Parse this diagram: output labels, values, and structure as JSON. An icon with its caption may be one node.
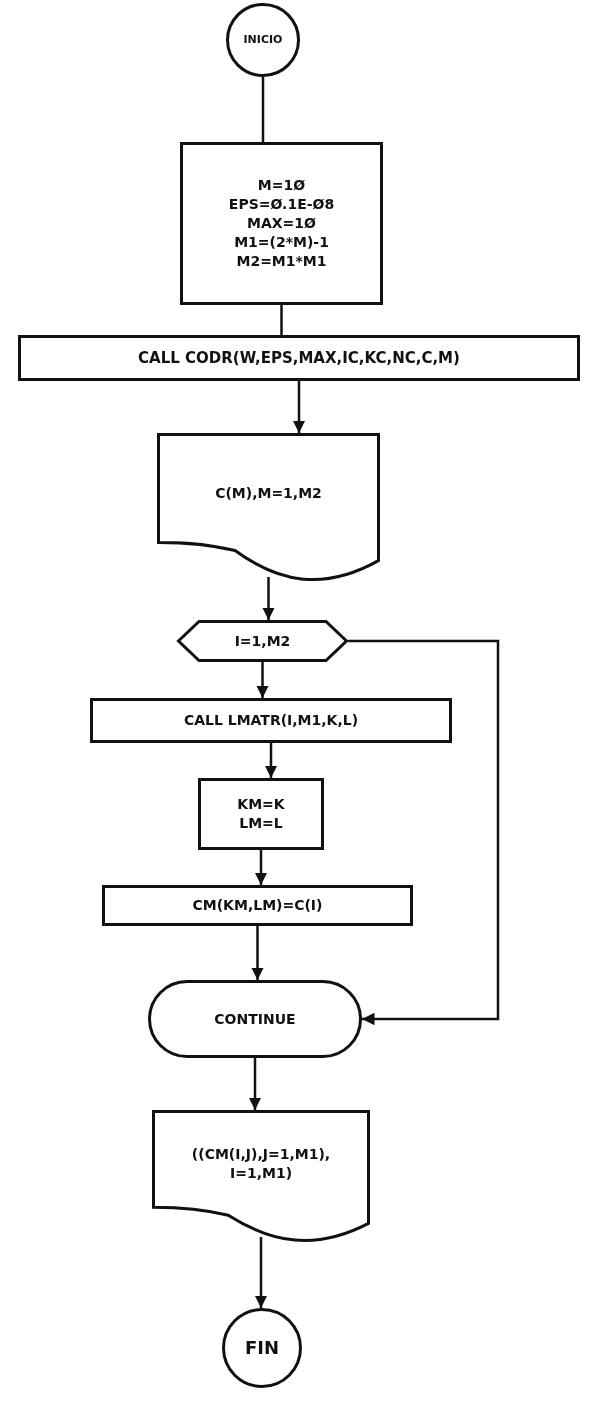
{
  "diagram": {
    "nodes": [
      {
        "text": [
          "INICIO"
        ]
      },
      {
        "text": [
          "M=1Ø",
          "EPS=Ø.1E-Ø8",
          "MAX=1Ø",
          "M1=(2*M)-1",
          "M2=M1*M1"
        ]
      },
      {
        "text": [
          "CALL CODR(W,EPS,MAX,IC,KC,NC,C,M)"
        ]
      },
      {
        "text": [
          "C(M),M=1,M2"
        ]
      },
      {
        "text": [
          "I=1,M2"
        ]
      },
      {
        "text": [
          "CALL LMATR(I,M1,K,L)"
        ]
      },
      {
        "text": [
          "KM=K",
          "LM=L"
        ]
      },
      {
        "text": [
          "CM(KM,LM)=C(I)"
        ]
      },
      {
        "text": [
          "CONTINUE"
        ]
      },
      {
        "text": [
          "((CM(I,J),J=1,M1), I=1,M1)"
        ]
      },
      {
        "text": [
          "FIN"
        ]
      }
    ],
    "edges": [
      {
        "from": 0,
        "to": 1,
        "arrow": "none"
      },
      {
        "from": 1,
        "to": 2,
        "arrow": "none"
      },
      {
        "from": 2,
        "to": 3,
        "arrow": "to"
      },
      {
        "from": 3,
        "to": 4,
        "arrow": "to"
      },
      {
        "from": 4,
        "to": 5,
        "arrow": "to"
      },
      {
        "from": 5,
        "to": 6,
        "arrow": "to"
      },
      {
        "from": 6,
        "to": 7,
        "arrow": "to"
      },
      {
        "from": 7,
        "to": 8,
        "arrow": "to"
      },
      {
        "from": 4,
        "to": 8,
        "arrow": "to"
      },
      {
        "from": 8,
        "to": 9,
        "arrow": "to"
      },
      {
        "from": 9,
        "to": 10,
        "arrow": "to"
      }
    ]
  }
}
